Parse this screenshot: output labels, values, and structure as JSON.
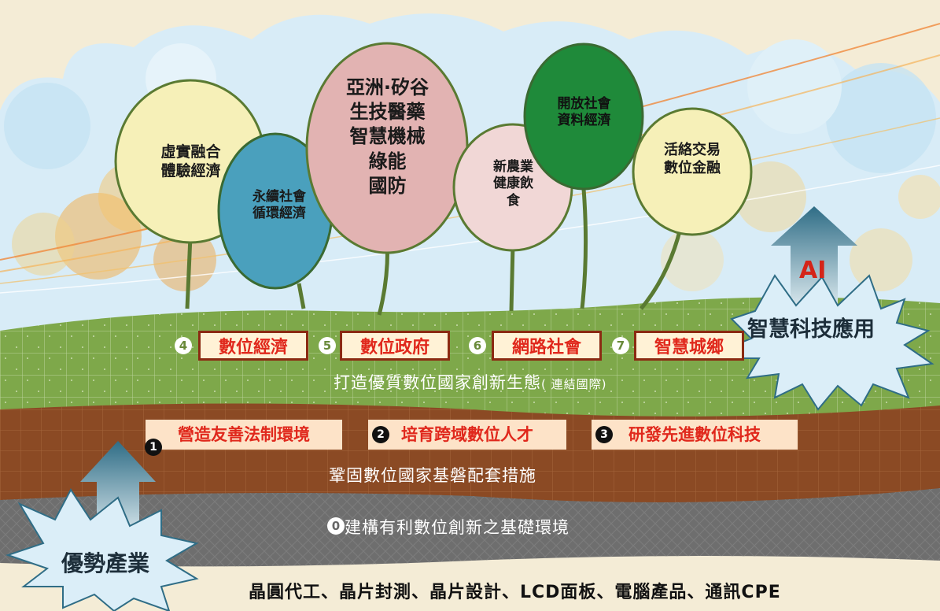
{
  "trees": [
    {
      "lines": [
        "虛實融合",
        "體驗經濟"
      ],
      "color": "#f6f0b8"
    },
    {
      "lines": [
        "永續社會",
        "循環經濟"
      ],
      "color": "#4aa0bd"
    },
    {
      "lines": [
        "亞洲·矽谷",
        "生技醫藥",
        "智慧機械",
        "綠能",
        "國防"
      ],
      "color": "#e2b3b2"
    },
    {
      "lines": [
        "新農業",
        "健康飲",
        "食"
      ],
      "color": "#f1d7d6"
    },
    {
      "lines": [
        "開放社會",
        "資料經濟"
      ],
      "color": "#1f8a3a"
    },
    {
      "lines": [
        "活絡交易",
        "數位金融"
      ],
      "color": "#f6f0b8"
    }
  ],
  "green_items": [
    {
      "num": "4",
      "label": "數位經濟"
    },
    {
      "num": "5",
      "label": "數位政府"
    },
    {
      "num": "6",
      "label": "網路社會"
    },
    {
      "num": "7",
      "label": "智慧城鄉"
    }
  ],
  "green_caption": {
    "main": "打造優質數位國家創新生態",
    "sub": "( 連結國際)"
  },
  "brown_items": [
    {
      "num": "1",
      "label": "營造友善法制環境"
    },
    {
      "num": "2",
      "label": "培育跨域數位人才"
    },
    {
      "num": "3",
      "label": "研發先進數位科技"
    }
  ],
  "brown_caption": "鞏固數位國家基磐配套措施",
  "gray_caption": {
    "num": "0",
    "text": "建構有利數位創新之基礎環境"
  },
  "ai_label": "AI",
  "smart_tech_label": "智慧科技應用",
  "industry_label": "優勢產業",
  "industries": "晶圓代工、晶片封測、晶片設計、LCD面板、電腦產品、通訊CPE",
  "colors": {
    "grass": "#7ea84a",
    "soil": "#8b4a24",
    "rock": "#6b6b6b",
    "accent_red": "#e0281c",
    "sky": "#cfe6f3"
  }
}
